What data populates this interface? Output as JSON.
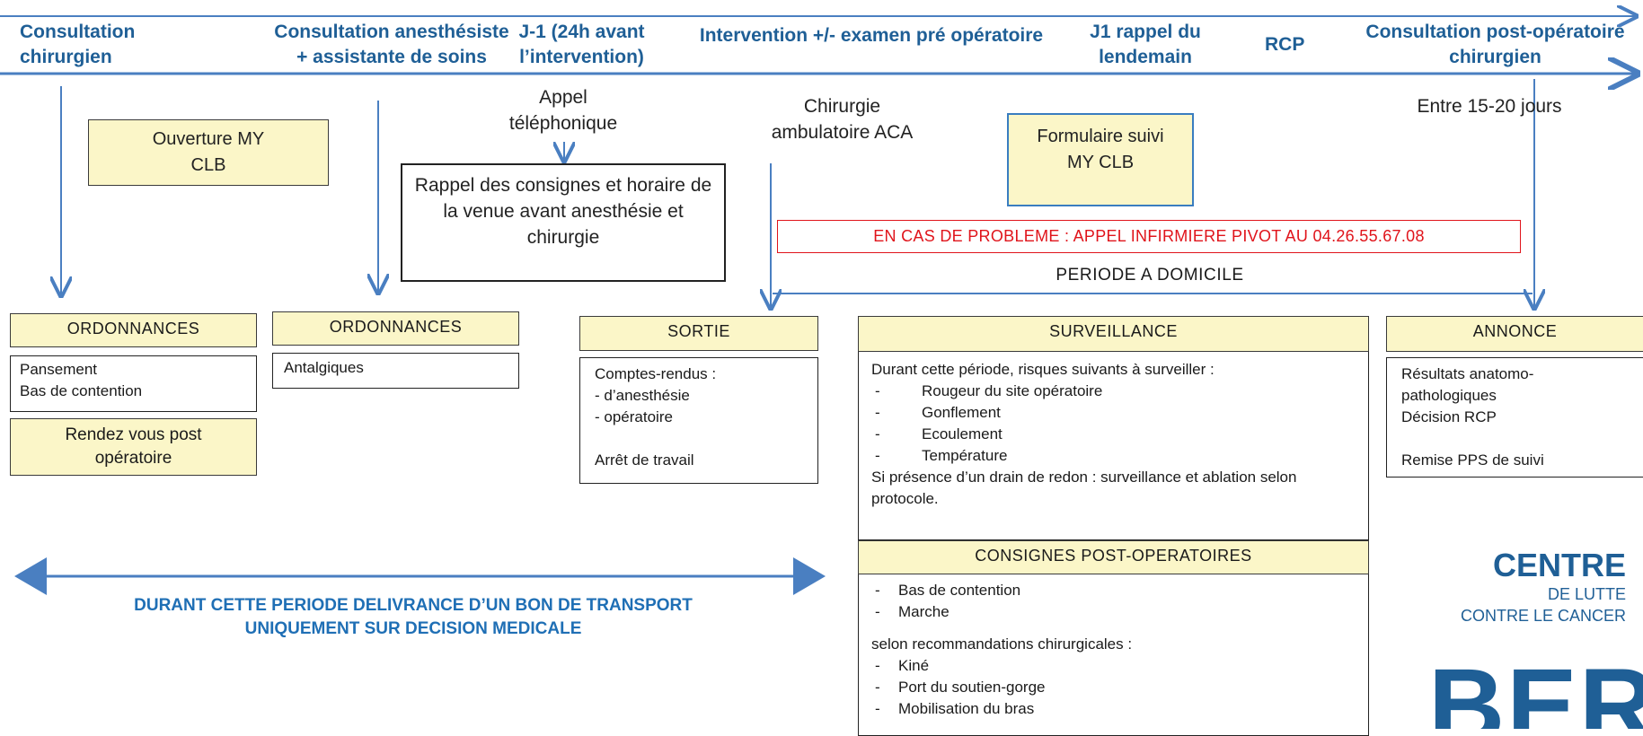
{
  "colors": {
    "arrow": "#4a7fc1",
    "phase": "#1f5f96",
    "box_fill": "#fbf6c8",
    "alert": "#e0141b",
    "logo": "#1f5f96"
  },
  "phases": [
    "Consultation chirurgien",
    "Consultation anesthésiste + assistante de soins",
    "J-1 (24h avant l’intervention)",
    "Intervention +/- examen pré opératoire",
    "J1 rappel du lendemain",
    "RCP",
    "Consultation post-opératoire chirurgien"
  ],
  "notes": {
    "open_myclb": "Ouverture MY CLB",
    "phone_call": "Appel téléphonique",
    "reminder": "Rappel des consignes et horaire de la venue avant anesthésie et chirurgie",
    "ambulatory": "Chirurgie ambulatoire ACA",
    "followup_form": "Formulaire suivi MY CLB",
    "delay": "Entre 15-20 jours",
    "alert": "EN CAS DE PROBLEME : APPEL INFIRMIERE PIVOT AU 04.26.55.67.08",
    "home_period": "PERIODE A DOMICILE",
    "transport": "DURANT CETTE PERIODE DELIVRANCE D’UN BON DE TRANSPORT UNIQUEMENT SUR DECISION MEDICALE"
  },
  "cols": {
    "ord1": {
      "header": "ORDONNANCES",
      "items": [
        "Pansement",
        "Bas de contention"
      ],
      "extra": "Rendez vous post opératoire"
    },
    "ord2": {
      "header": "ORDONNANCES",
      "items": [
        "Antalgiques"
      ]
    },
    "sortie": {
      "header": "SORTIE",
      "lines": [
        "Comptes-rendus :",
        "- d’anesthésie",
        "- opératoire",
        "",
        "Arrêt de travail"
      ]
    },
    "surv": {
      "header": "SURVEILLANCE",
      "intro": "Durant cette période, risques suivants à surveiller :",
      "items": [
        "Rougeur du site opératoire",
        "Gonflement",
        "Ecoulement",
        "Température"
      ],
      "outro": "Si présence d’un drain de redon : surveillance et ablation selon protocole."
    },
    "consignes": {
      "header": "CONSIGNES POST-OPERATOIRES",
      "items1": [
        "Bas de contention",
        "Marche"
      ],
      "mid": "selon recommandations chirurgicales :",
      "items2": [
        "Kiné",
        "Port du soutien-gorge",
        "Mobilisation du bras"
      ]
    },
    "annonce": {
      "header": "ANNONCE",
      "lines": [
        "Résultats anatomo-",
        "pathologiques",
        "Décision RCP",
        "",
        "Remise PPS de suivi"
      ]
    }
  },
  "logo": {
    "line1": "CENTRE",
    "line2": "DE LUTTE",
    "line3": "CONTRE LE CANCER",
    "big": "BER"
  }
}
